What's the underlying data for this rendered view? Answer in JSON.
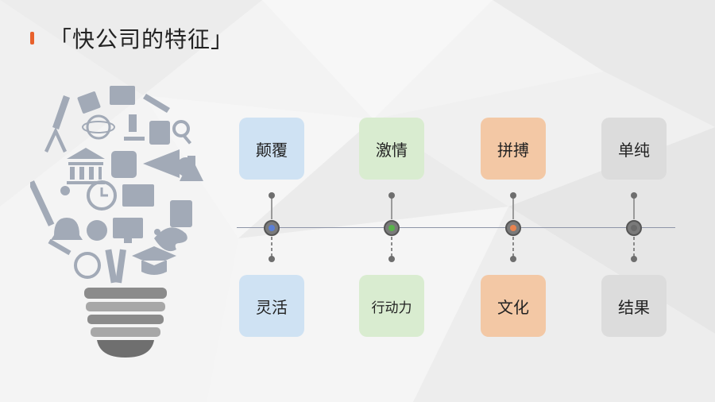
{
  "slide": {
    "title": "「快公司的特征」",
    "accent_color": "#e8612c"
  },
  "bulb_icon": "lightbulb-collage-icon",
  "columns": [
    {
      "top": "颠覆",
      "bottom": "灵活",
      "color": "#cfe2f3",
      "node_color": "#5b7fd6"
    },
    {
      "top": "激情",
      "bottom": "行动力",
      "color": "#d9ecd0",
      "node_color": "#59b34a"
    },
    {
      "top": "拼搏",
      "bottom": "文化",
      "color": "#f3c8a5",
      "node_color": "#e8834f"
    },
    {
      "top": "单纯",
      "bottom": "结果",
      "color": "#dcdcdc",
      "node_color": "#6a6a6a"
    }
  ]
}
